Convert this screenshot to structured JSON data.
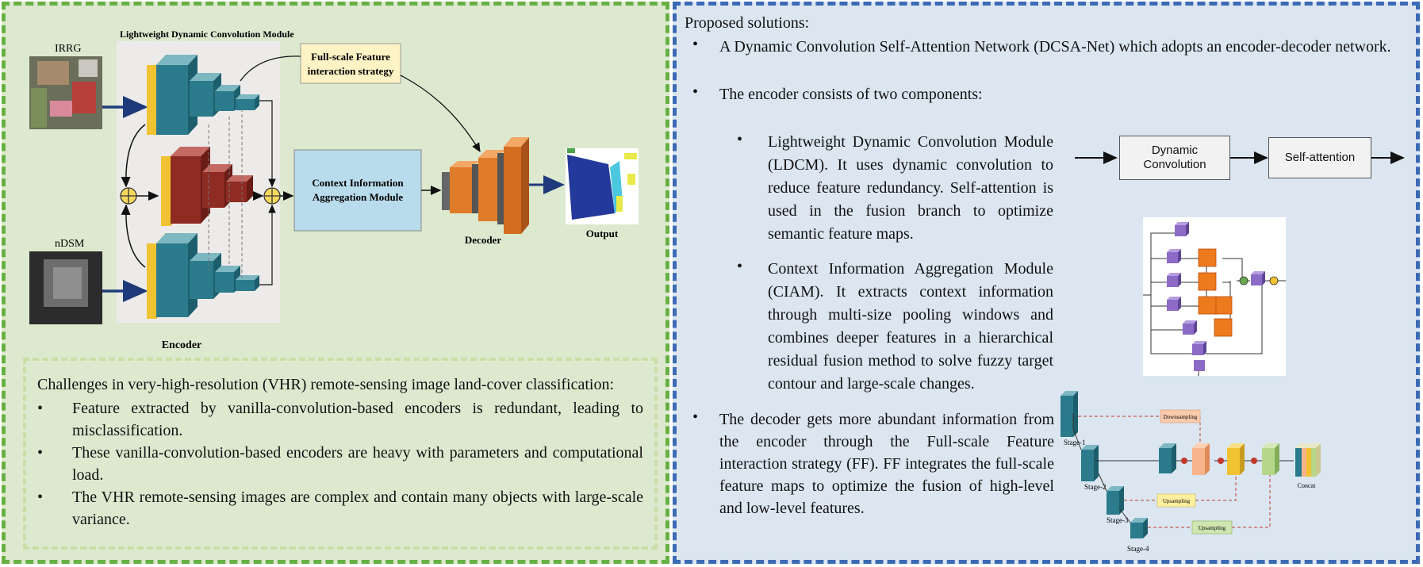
{
  "diagram": {
    "module_title": "Lightweight Dynamic Convolution Module",
    "input_top_label": "IRRG",
    "input_bottom_label": "nDSM",
    "encoder_label": "Encoder",
    "ff_label_line1": "Full-scale Feature",
    "ff_label_line2": "interaction strategy",
    "ciam_label_line1": "Context Information",
    "ciam_label_line2": "Aggregation Module",
    "decoder_label": "Decoder",
    "output_label": "Output"
  },
  "challenges": {
    "intro": "Challenges in very-high-resolution (VHR) remote-sensing image land-cover classification:",
    "items": [
      "Feature extracted by vanilla-convolution-based encoders is redundant, leading to misclassification.",
      "These vanilla-convolution-based encoders are heavy with parameters and computational load.",
      "The VHR remote-sensing images are complex and contain many objects with large-scale variance."
    ]
  },
  "solutions": {
    "heading": "Proposed solutions:",
    "bullet1": "A Dynamic Convolution Self-Attention Network (DCSA-Net) which adopts an encoder-decoder network.",
    "bullet2": "The encoder consists of two components:",
    "sub1": "Lightweight Dynamic Convolution Module (LDCM). It uses dynamic convolution to reduce feature redundancy. Self-attention is used in the fusion branch to optimize semantic feature maps.",
    "sub2": "Context Information Aggregation Module (CIAM). It extracts context information through multi-size pooling windows and combines deeper features in a hierarchical residual fusion method to solve fuzzy target contour and large-scale changes.",
    "bullet3": "The decoder gets more abundant information from the encoder through the Full-scale Feature interaction strategy (FF). FF integrates the full-scale feature maps to optimize the fusion of high-level and low-level features.",
    "bullet_symbol": "•"
  },
  "flow": {
    "box1_line1": "Dynamic",
    "box1_line2": "Convolution",
    "box2": "Self-attention"
  },
  "ff_diagram": {
    "downsampling": "Downsampling",
    "upsampling1": "Upsampling",
    "upsampling2": "Upsampling",
    "stage1": "Stage-1",
    "stage2": "Stage-2",
    "stage3": "Stage-3",
    "stage4": "Stage-4",
    "concat": "Concat"
  },
  "colors": {
    "left_bg": "#dde9cf",
    "left_border": "#67b043",
    "right_bg": "#dbe6f1",
    "right_border": "#3c6ab5",
    "teal": "#2b7b8c",
    "darkred": "#8e2b22",
    "yellow": "#f1c232",
    "orange": "#e07b2a",
    "ciam_box": "#b9dcec",
    "ff_box": "#fdf3c4"
  }
}
